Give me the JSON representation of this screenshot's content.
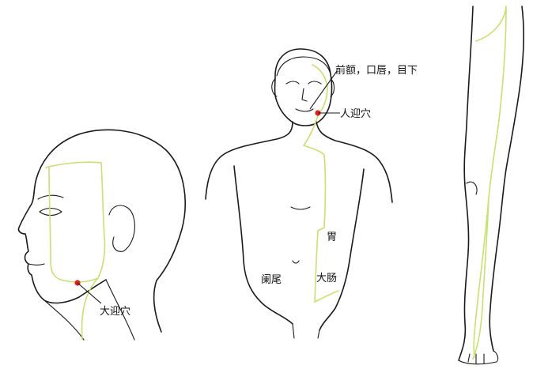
{
  "colors": {
    "meridian": "#c8e070",
    "acupoint": "#e02020",
    "outline": "#1a1a1a",
    "background": "#ffffff"
  },
  "figures": [
    {
      "id": "head-profile",
      "view": "side view of head"
    },
    {
      "id": "front-torso",
      "view": "front view of upper body"
    },
    {
      "id": "leg",
      "view": "side view of leg"
    }
  ],
  "labels": {
    "head_point": "大迎穴",
    "face_point": "人迎穴",
    "face_regions": "前额，口唇，目下",
    "stomach": "胃",
    "large_intestine": "大肠",
    "appendix": "阑尾"
  },
  "acupoints": [
    {
      "name": "大迎穴",
      "figure": "head-profile"
    },
    {
      "name": "人迎穴",
      "figure": "front-torso"
    }
  ]
}
